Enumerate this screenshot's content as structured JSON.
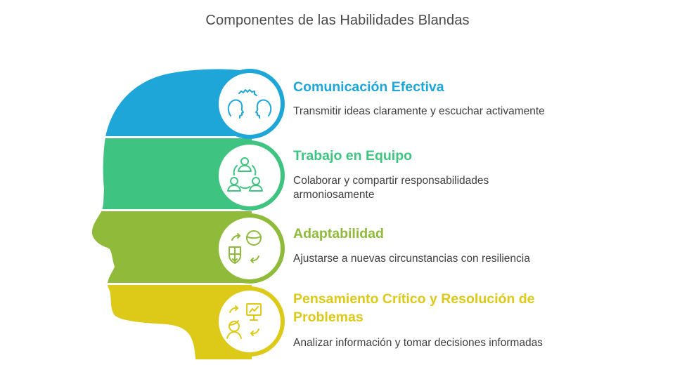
{
  "title": "Componentes de las Habilidades Blandas",
  "colors": {
    "blue": "#1fa6d9",
    "green": "#3ec480",
    "olive": "#8fba3a",
    "yellow": "#ddc918",
    "text": "#3f3f3f"
  },
  "items": [
    {
      "title": "Comunicación Efectiva",
      "description": "Transmitir ideas claramente y escuchar activamente",
      "icon": "heads-with-gear-icon",
      "color": "#1fa6d9"
    },
    {
      "title": "Trabajo en Equipo",
      "description_lines": [
        "Colaborar y compartir responsabilidades",
        "armoniosamente"
      ],
      "icon": "team-circle-icon",
      "color": "#3ec480"
    },
    {
      "title": "Adaptabilidad",
      "description": "Ajustarse a nuevas circunstancias con resiliencia",
      "icon": "adapt-exchange-icon",
      "color": "#8fba3a"
    },
    {
      "title_lines": [
        "Pensamiento Crítico y Resolución de",
        "Problemas"
      ],
      "description": "Analizar información y tomar decisiones informadas",
      "icon": "person-chart-exchange-icon",
      "color": "#ddc918"
    }
  ]
}
